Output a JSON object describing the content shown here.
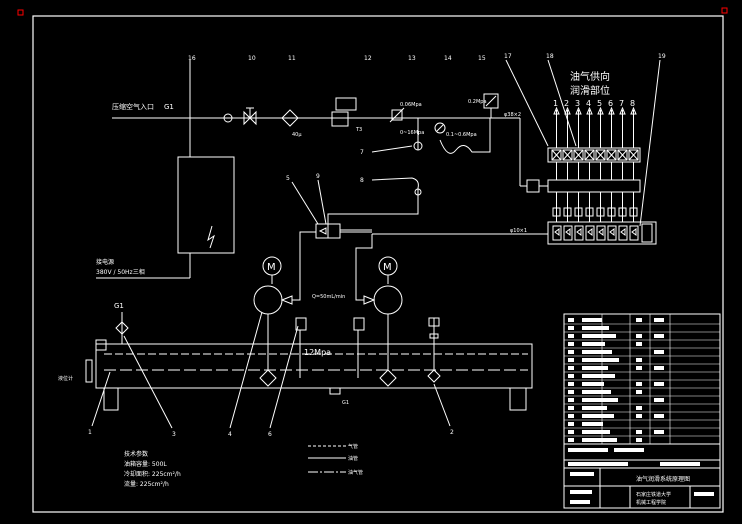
{
  "colors": {
    "background": "#000000",
    "line": "#ffffff",
    "border_marker": "#ff0000"
  },
  "labels": {
    "air_inlet": "压缩空气入口",
    "air_inlet_code": "G1",
    "power_line1": "接电源",
    "power_line2": "380V / 50Hz三相",
    "supply_title1": "油气供向",
    "supply_title2": "润滑部位",
    "pressure_12mpa": "12Mpa",
    "flow_rate": "Q=50mL/min",
    "p_006": "0.06Mpa",
    "p_0_16": "0~16Mpa",
    "p_0_1": "0.1~0.6Mpa",
    "p_02": "0.2Mpa",
    "filter_note": "40μ",
    "t3": "T3",
    "tube_1": "φ38×2",
    "tube_2": "φ10×1",
    "g1_bottom": "G1",
    "gl_top": "G1",
    "oil_level": "液位计",
    "motor_symbol": "M"
  },
  "part_numbers": [
    "1",
    "2",
    "3",
    "4",
    "5",
    "6",
    "7",
    "8",
    "9",
    "10",
    "11",
    "12",
    "13",
    "14",
    "15",
    "16",
    "17",
    "18",
    "19"
  ],
  "outlets": [
    "1",
    "2",
    "3",
    "4",
    "5",
    "6",
    "7",
    "8"
  ],
  "tech_params": {
    "title": "技术参数",
    "rows": [
      "油箱容量:  500L",
      "冷却面积:  225cm²/h",
      "流量:  225cm²/h"
    ]
  },
  "legend": {
    "items": [
      "气管",
      "油管",
      "油气管"
    ]
  },
  "title_block": {
    "drawing_title": "油气润滑系统原理图",
    "company": "石家庄铁道大学",
    "dept": "机械工程学院"
  }
}
